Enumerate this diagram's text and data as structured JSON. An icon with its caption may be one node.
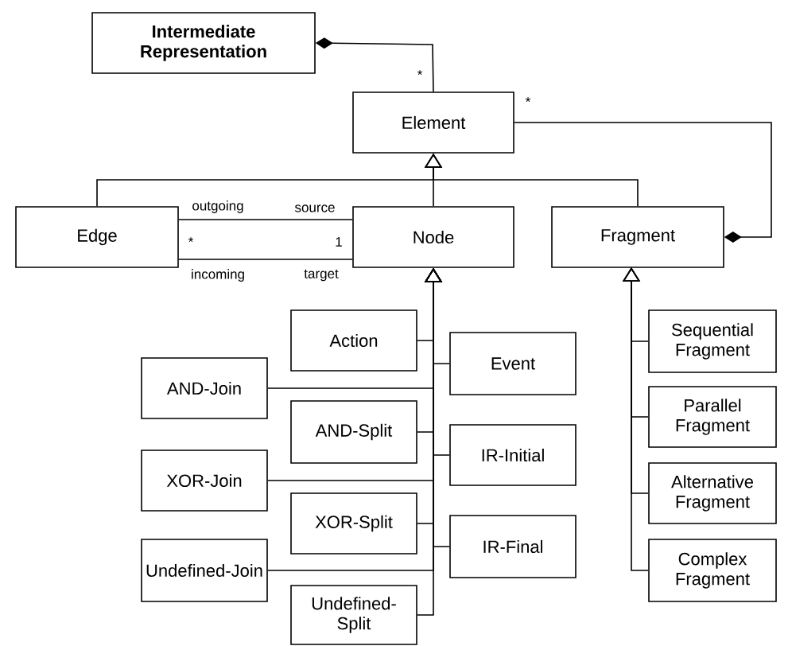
{
  "diagram": {
    "nodes": [
      {
        "text": [
          "Intermediate Representation"
        ]
      },
      {
        "text": [
          "Element"
        ]
      },
      {
        "text": [
          "Edge"
        ]
      },
      {
        "text": [
          "Node"
        ]
      },
      {
        "text": [
          "Fragment"
        ]
      },
      {
        "text": [
          "Action"
        ]
      },
      {
        "text": [
          "Event"
        ]
      },
      {
        "text": [
          "AND-Join"
        ]
      },
      {
        "text": [
          "AND-Split"
        ]
      },
      {
        "text": [
          "IR-Initial"
        ]
      },
      {
        "text": [
          "XOR-Join"
        ]
      },
      {
        "text": [
          "XOR-Split"
        ]
      },
      {
        "text": [
          "IR-Final"
        ]
      },
      {
        "text": [
          "Undefined-Join"
        ]
      },
      {
        "text": [
          "Undefined-Split"
        ]
      },
      {
        "text": [
          "Sequential Fragment"
        ]
      },
      {
        "text": [
          "Parallel Fragment"
        ]
      },
      {
        "text": [
          "Alternative Fragment"
        ]
      },
      {
        "text": [
          "Complex Fragment"
        ]
      }
    ],
    "edges": [
      {
        "from": 1,
        "to": 0,
        "arrow": "other"
      },
      {
        "from": 1,
        "to": 4,
        "arrow": "other"
      },
      {
        "from": 2,
        "to": 1,
        "arrow": "to"
      },
      {
        "from": 3,
        "to": 1,
        "arrow": "to"
      },
      {
        "from": 4,
        "to": 1,
        "arrow": "to"
      },
      {
        "from": 2,
        "to": 3,
        "arrow": "none"
      },
      {
        "from": 2,
        "to": 3,
        "arrow": "none"
      },
      {
        "from": 5,
        "to": 3,
        "arrow": "to"
      },
      {
        "from": 6,
        "to": 3,
        "arrow": "to"
      },
      {
        "from": 7,
        "to": 3,
        "arrow": "to"
      },
      {
        "from": 8,
        "to": 3,
        "arrow": "to"
      },
      {
        "from": 9,
        "to": 3,
        "arrow": "to"
      },
      {
        "from": 10,
        "to": 3,
        "arrow": "to"
      },
      {
        "from": 11,
        "to": 3,
        "arrow": "to"
      },
      {
        "from": 12,
        "to": 3,
        "arrow": "to"
      },
      {
        "from": 13,
        "to": 3,
        "arrow": "to"
      },
      {
        "from": 14,
        "to": 3,
        "arrow": "to"
      },
      {
        "from": 15,
        "to": 4,
        "arrow": "to"
      },
      {
        "from": 16,
        "to": 4,
        "arrow": "to"
      },
      {
        "from": 17,
        "to": 4,
        "arrow": "to"
      },
      {
        "from": 18,
        "to": 4,
        "arrow": "to"
      }
    ],
    "labels": [
      "*",
      "*",
      "outgoing",
      "source",
      "*",
      "1",
      "incoming",
      "target"
    ]
  }
}
